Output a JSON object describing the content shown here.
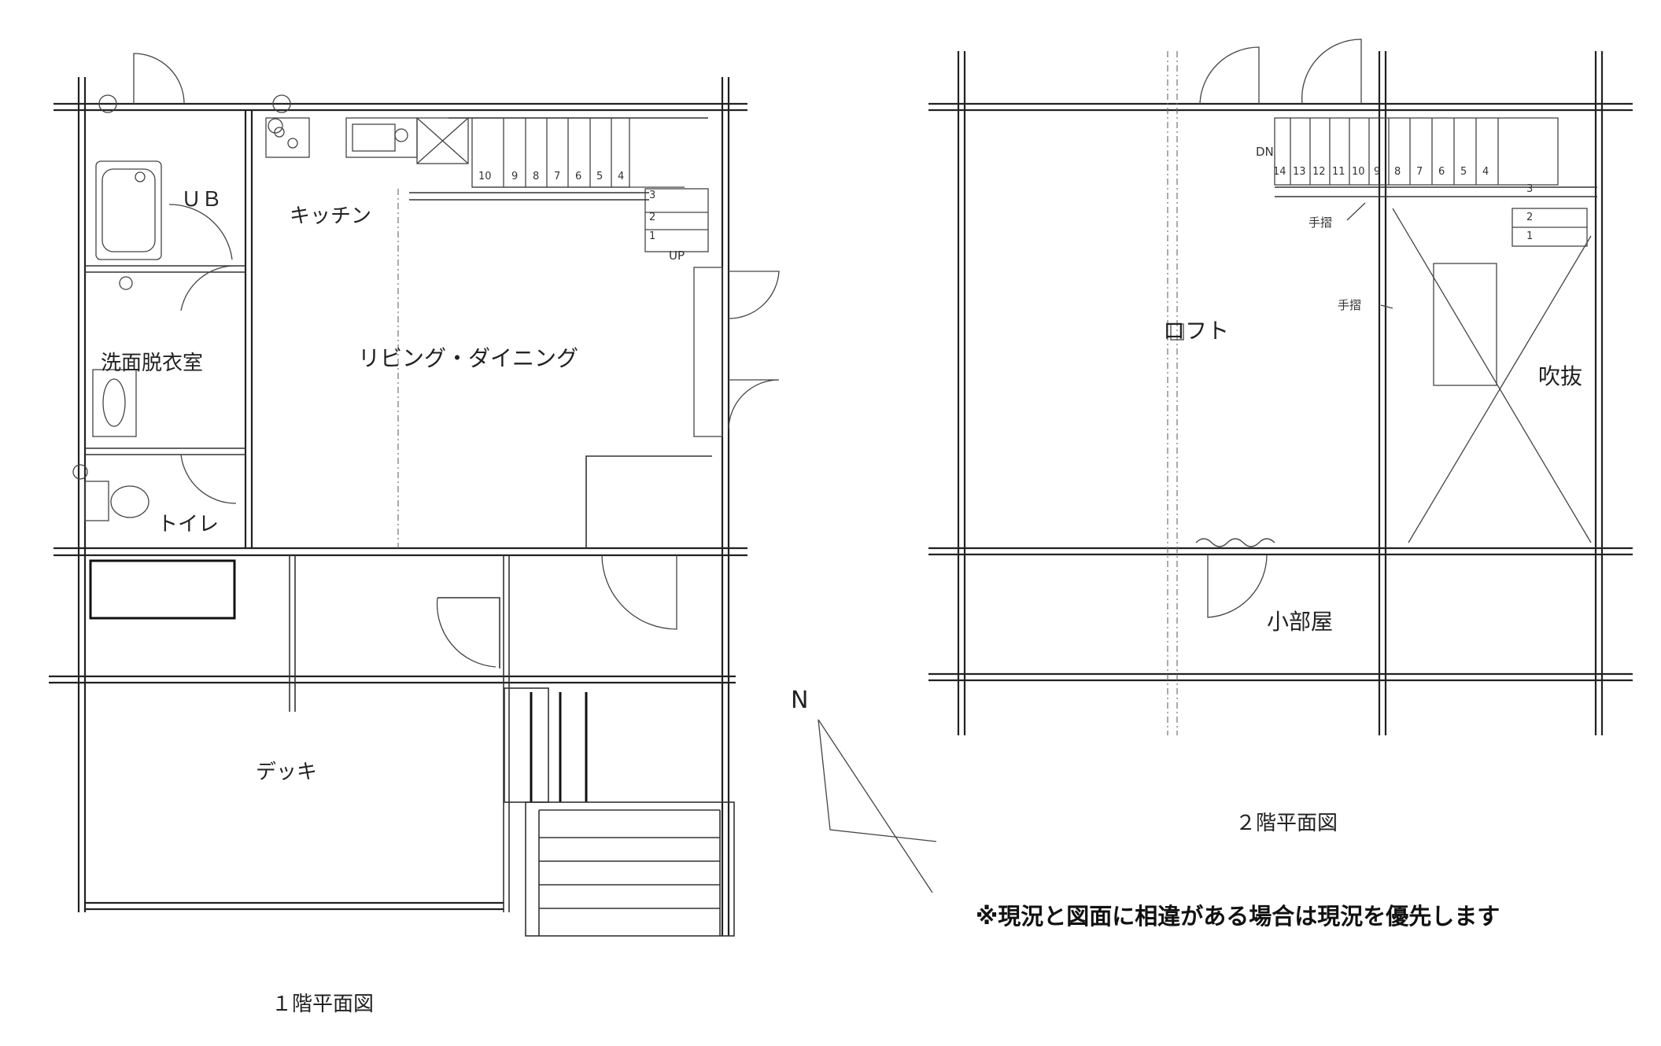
{
  "floor1": {
    "caption": "１階平面図",
    "rooms": {
      "ub": "ＵＢ",
      "kitchen": "キッチン",
      "washroom": "洗面脱衣室",
      "living": "リビング・ダイニング",
      "toilet": "トイレ",
      "deck": "デッキ"
    },
    "stair_up": "UP",
    "stair_steps": [
      "10",
      "9",
      "8",
      "7",
      "6",
      "5",
      "4",
      "3",
      "2",
      "1"
    ]
  },
  "floor2": {
    "caption": "２階平面図",
    "rooms": {
      "loft": "ロフト",
      "void": "吹抜",
      "small_room": "小部屋"
    },
    "stair_down": "DN",
    "handrail": "手摺",
    "stair_steps": [
      "14",
      "13",
      "12",
      "11",
      "10",
      "9",
      "8",
      "7",
      "6",
      "5",
      "4",
      "3",
      "2",
      "1"
    ]
  },
  "north_label": "N",
  "notice": "※現況と図面に相違がある場合は現況を優先します"
}
